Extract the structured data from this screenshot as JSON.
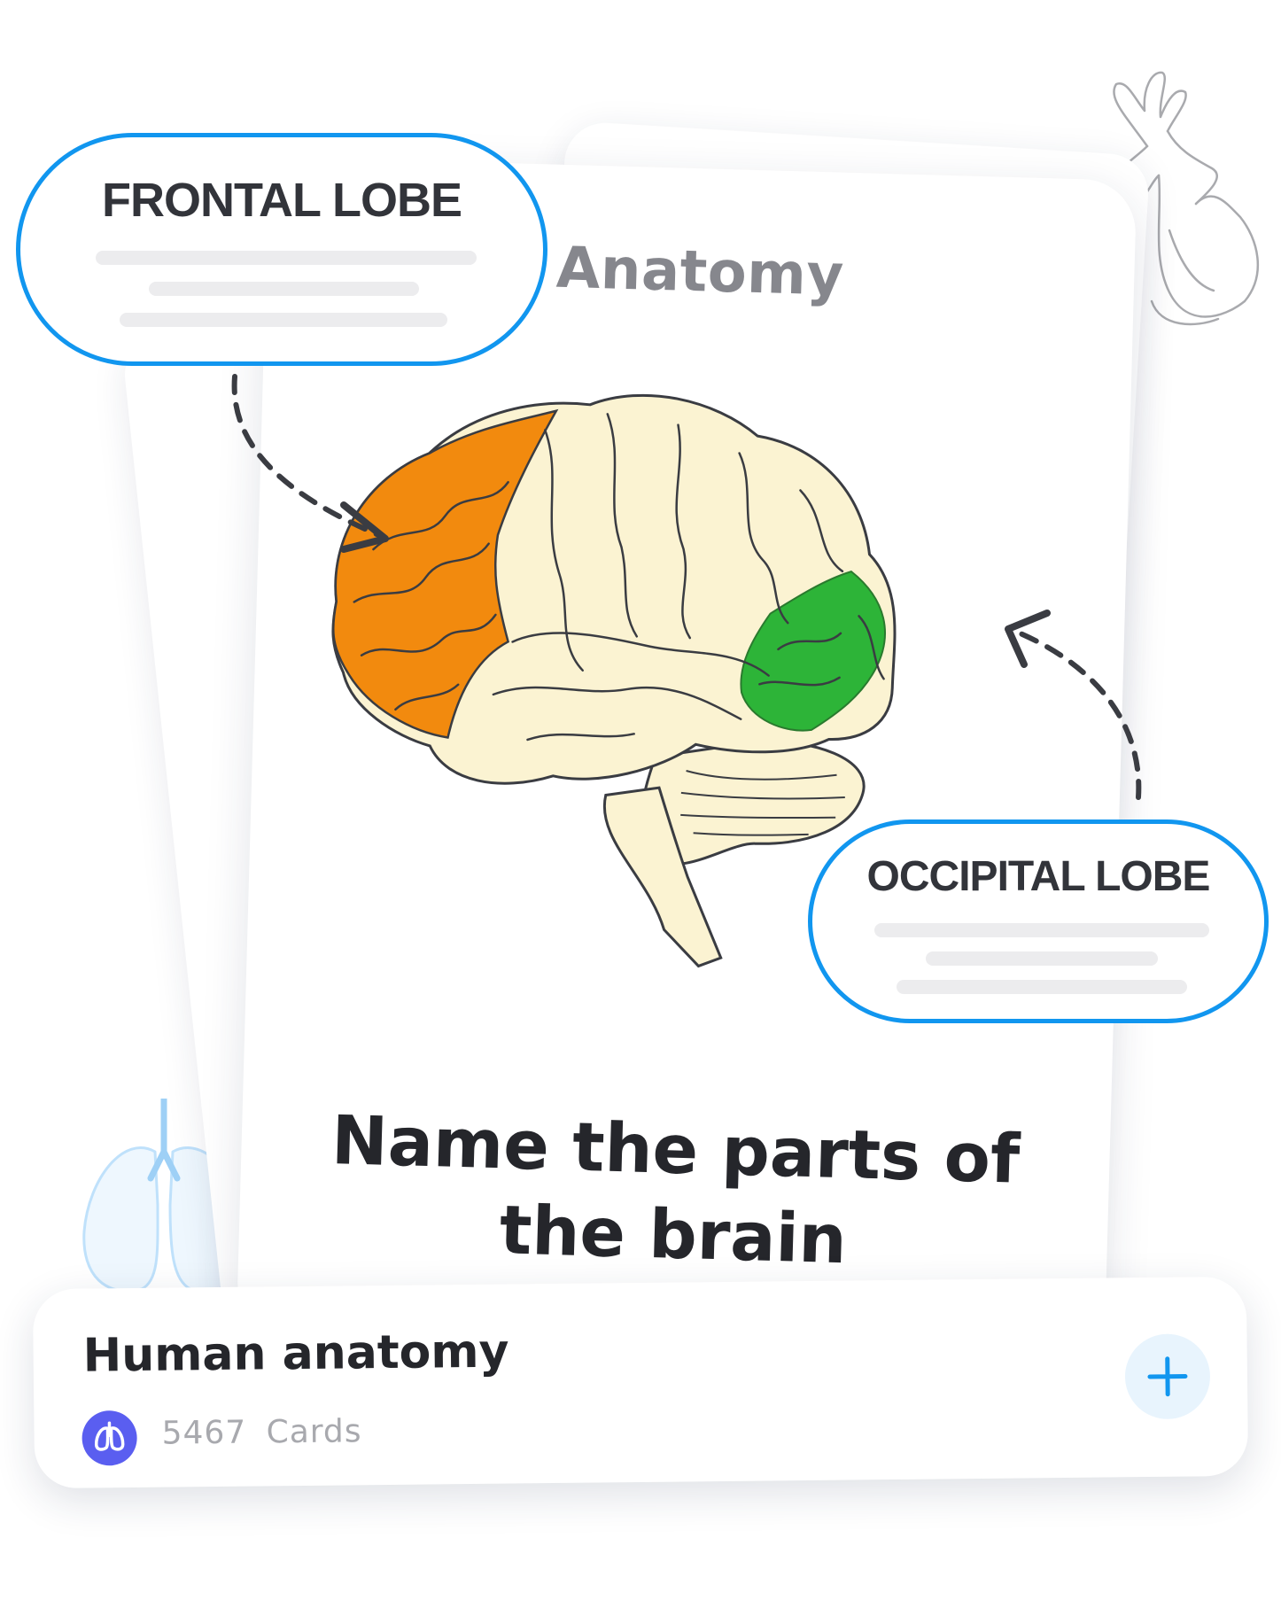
{
  "card": {
    "subject": "Anatomy",
    "question": "Name the parts of the brain"
  },
  "labels": {
    "top": "FRONTAL LOBE",
    "bottom": "OCCIPITAL LOBE"
  },
  "deck": {
    "title": "Human anatomy",
    "count": "5467",
    "unit": "Cards"
  },
  "icons": {
    "deck_avatar": "lungs-icon",
    "add": "plus-icon",
    "deco_heart": "heart-outline-icon",
    "deco_lungs": "lungs-outline-icon"
  },
  "colors": {
    "accent": "#1196ef",
    "frontal_lobe": "#f28a0e",
    "occipital_lobe": "#2db438",
    "brain": "#fbf3d2",
    "avatar": "#5a5ef0"
  }
}
